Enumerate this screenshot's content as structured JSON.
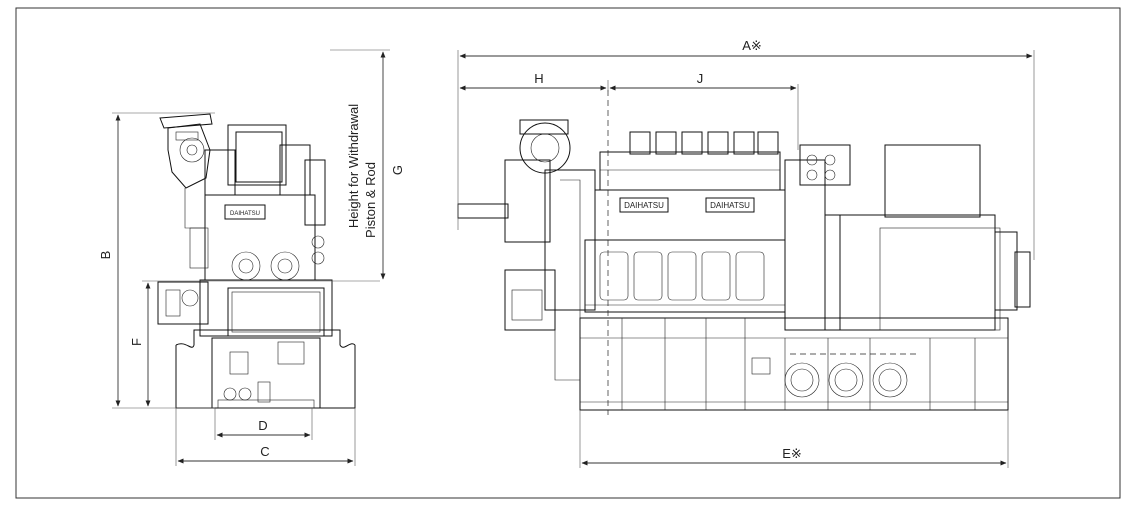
{
  "labels": {
    "A": "A※",
    "B": "B",
    "C": "C",
    "D": "D",
    "E": "E※",
    "F": "F",
    "G": "G",
    "H": "H",
    "J": "J",
    "height_line1": "Height for Withdrawal",
    "height_line2": "Piston & Rod",
    "brand": "DAIHATSU"
  },
  "colors": {
    "line": "#111111",
    "frame": "#333333",
    "background": "#ffffff"
  }
}
